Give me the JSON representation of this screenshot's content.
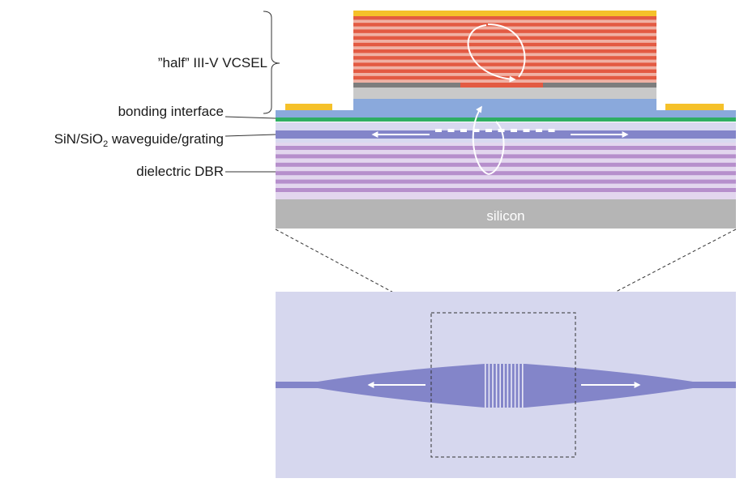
{
  "labels": {
    "vcsel_prefix": "”half” III-V VCSEL",
    "bonding": "bonding interface",
    "waveguide_main": "SiN/SiO",
    "waveguide_sub": "2",
    "waveguide_rest": " waveguide/grating",
    "dbr": "dielectric DBR",
    "silicon": "silicon"
  },
  "colors": {
    "gold": "#f5c12a",
    "red_layer": "#e35a42",
    "pink_layer": "#f0b1a4",
    "active_grey": "#7d7d7d",
    "light_grey": "#c9c9c9",
    "blue": "#8aa9dc",
    "green": "#2fae63",
    "waveguide": "#8385c9",
    "waveguide_clad": "#cfd0ec",
    "dbr_purple": "#b68fcc",
    "dbr_light": "#e2d6ee",
    "silicon": "#b5b5b5",
    "topview_bg": "#d6d7ee",
    "topview_wg": "#8385c9"
  },
  "icons": [
    "circulation-arrow-icon",
    "left-arrow-icon",
    "right-arrow-icon"
  ]
}
